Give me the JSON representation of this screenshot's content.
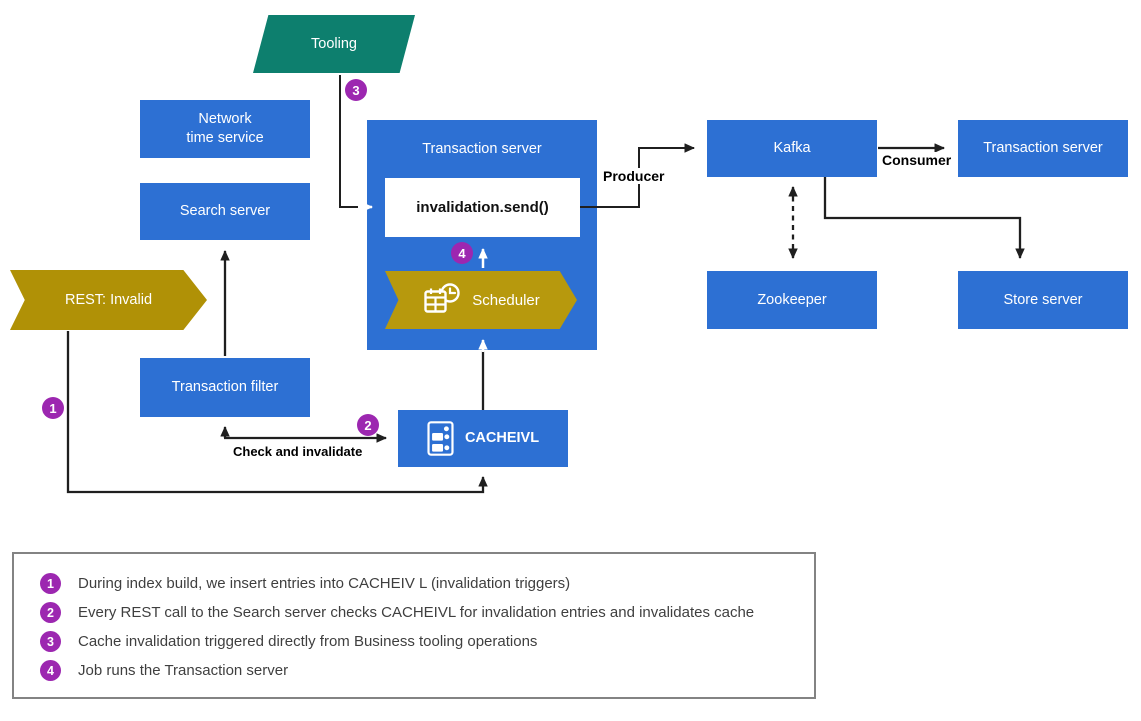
{
  "diagram": {
    "nodes": {
      "tooling": {
        "label": "Tooling"
      },
      "network_time_service": {
        "label": "Network\ntime service"
      },
      "search_server": {
        "label": "Search server"
      },
      "transaction_server_main": {
        "label": "Transaction server"
      },
      "invalidation_send": {
        "label": "invalidation.send()"
      },
      "scheduler": {
        "label": "Scheduler",
        "icon": "calendar-clock-icon"
      },
      "kafka": {
        "label": "Kafka"
      },
      "transaction_server_right": {
        "label": "Transaction server"
      },
      "zookeeper": {
        "label": "Zookeeper"
      },
      "store_server": {
        "label": "Store server"
      },
      "rest_invalid": {
        "label": "REST: Invalid"
      },
      "transaction_filter": {
        "label": "Transaction filter"
      },
      "cacheivl": {
        "label": "CACHEIVL",
        "icon": "data-store-icon"
      }
    },
    "edge_labels": {
      "producer": "Producer",
      "consumer": "Consumer",
      "check_and_invalidate": "Check and invalidate"
    },
    "badges": [
      {
        "label": "1"
      },
      {
        "label": "2"
      },
      {
        "label": "3"
      },
      {
        "label": "4"
      }
    ],
    "colors": {
      "node_blue": "#2d70d3",
      "tooling_teal": "#0d7f6e",
      "rest_gold": "#b09106",
      "scheduler_gold": "#b7990d",
      "badge_purple": "#9c27b0",
      "arrow_black": "#1f1f1f"
    }
  },
  "legend": {
    "items": [
      {
        "num": "1",
        "text": "During index build, we insert entries into CACHEIV L (invalidation triggers)"
      },
      {
        "num": "2",
        "text": "Every REST call to the Search server checks CACHEIVL for invalidation entries and invalidates cache"
      },
      {
        "num": "3",
        "text": "Cache invalidation triggered directly from Business tooling operations"
      },
      {
        "num": "4",
        "text": "Job runs the Transaction server"
      }
    ]
  }
}
